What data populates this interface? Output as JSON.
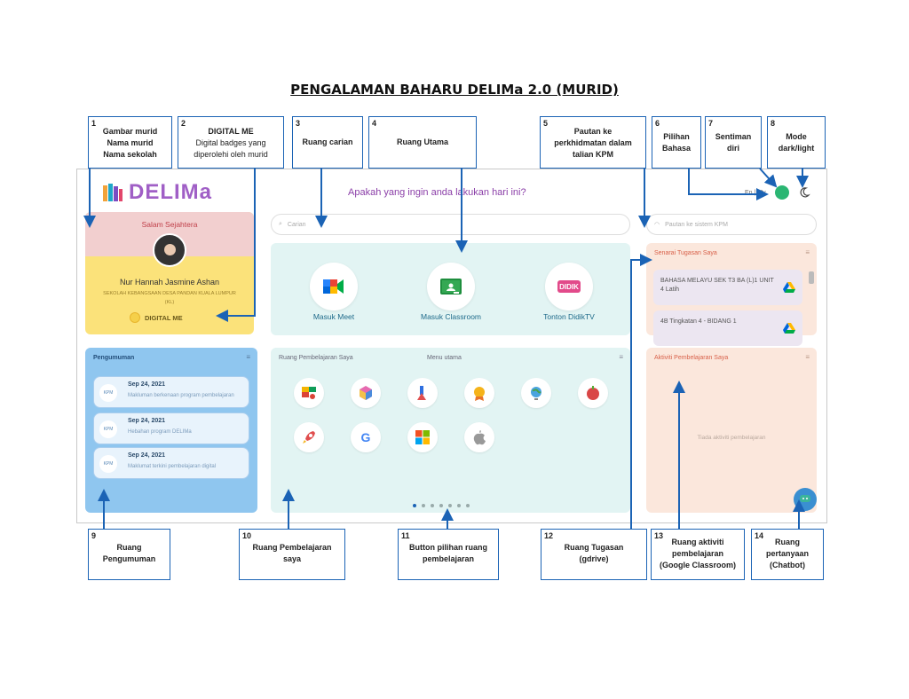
{
  "title": "PENGALAMAN BAHARU DELIMa 2.0 (MURID)",
  "colors": {
    "callout_border": "#1b63b5",
    "arrow": "#1b63b5",
    "brand": "#a05fc6"
  },
  "callouts_top": [
    {
      "num": "1",
      "text": "Gambar murid\nNama murid\nNama sekolah",
      "bold": true
    },
    {
      "num": "2",
      "text": "DIGITAL ME",
      "sub": "Digital badges yang\ndiperolehi oleh murid"
    },
    {
      "num": "3",
      "text": "Ruang carian",
      "bold": true
    },
    {
      "num": "4",
      "text": "Ruang Utama",
      "bold": true
    },
    {
      "num": "5",
      "text": "Pautan ke\nperkhidmatan dalam\ntalian KPM",
      "bold": true
    },
    {
      "num": "6",
      "text": "Pilihan\nBahasa",
      "bold": true
    },
    {
      "num": "7",
      "text": "Sentiman\ndiri",
      "bold": true
    },
    {
      "num": "8",
      "text": "Mode\ndark/light",
      "bold": true
    }
  ],
  "callouts_bottom": [
    {
      "num": "9",
      "text": "Ruang\nPengumuman"
    },
    {
      "num": "10",
      "text": "Ruang Pembelajaran\nsaya"
    },
    {
      "num": "11",
      "text": "Button pilihan ruang\npembelajaran"
    },
    {
      "num": "12",
      "text": "Ruang Tugasan\n(gdrive)"
    },
    {
      "num": "13",
      "text": "Ruang aktiviti\npembelajaran\n(Google Classroom)"
    },
    {
      "num": "14",
      "text": "Ruang\npertanyaan\n(Chatbot)"
    }
  ],
  "screen": {
    "logo_text": "DELIMa",
    "prompt": "Apakah yang ingin anda lakukan hari ini?",
    "search_placeholder": "Carian",
    "kpm_placeholder": "Pautan ke sistem KPM",
    "language": "En | My",
    "profile": {
      "greeting": "Salam Sejahtera",
      "name": "Nur Hannah Jasmine Ashan",
      "school": "SEKOLAH KEBANGSAAN DESA PANDAN KUALA LUMPUR",
      "school_line2": "(KL)",
      "badge_label": "DIGITAL ME"
    },
    "main_apps": [
      {
        "label": "Masuk Meet",
        "icon": "google-meet-icon"
      },
      {
        "label": "Masuk Classroom",
        "icon": "google-classroom-icon"
      },
      {
        "label": "Tonton DidikTV",
        "icon": "didiktv-icon"
      }
    ],
    "announcements": {
      "title": "Pengumuman",
      "items": [
        {
          "avatar": "KPM",
          "title": "Sep 24, 2021",
          "body": "Makluman berkenaan program pembelajaran"
        },
        {
          "avatar": "KPM",
          "title": "Sep 24, 2021",
          "body": "Hebahan program DELIMa"
        },
        {
          "avatar": "KPM",
          "title": "Sep 24, 2021",
          "body": "Maklumat terkini pembelajaran digital"
        }
      ]
    },
    "learning": {
      "title": "Ruang Pembelajaran Saya",
      "subtitle": "Menu utama",
      "icons_row1": [
        "jamboard-icon",
        "cube-app-icon",
        "science-app-icon",
        "badge-app-icon",
        "globe-app-icon",
        "apple-app-icon"
      ],
      "icons_row2": [
        "rocket-app-icon",
        "google-icon",
        "microsoft-icon",
        "apple-logo-icon"
      ],
      "pages": 7,
      "active_page": 0
    },
    "tasks": {
      "title": "Senarai Tugasan Saya",
      "items": [
        {
          "text": "BAHASA MELAYU SEK T3 BA (L)1 UNIT 4 Latih"
        },
        {
          "text": "4B Tingkatan 4 - BIDANG 1"
        }
      ]
    },
    "activities": {
      "title": "Aktiviti Pembelajaran Saya",
      "empty": "Tiada aktiviti pembelajaran"
    }
  }
}
